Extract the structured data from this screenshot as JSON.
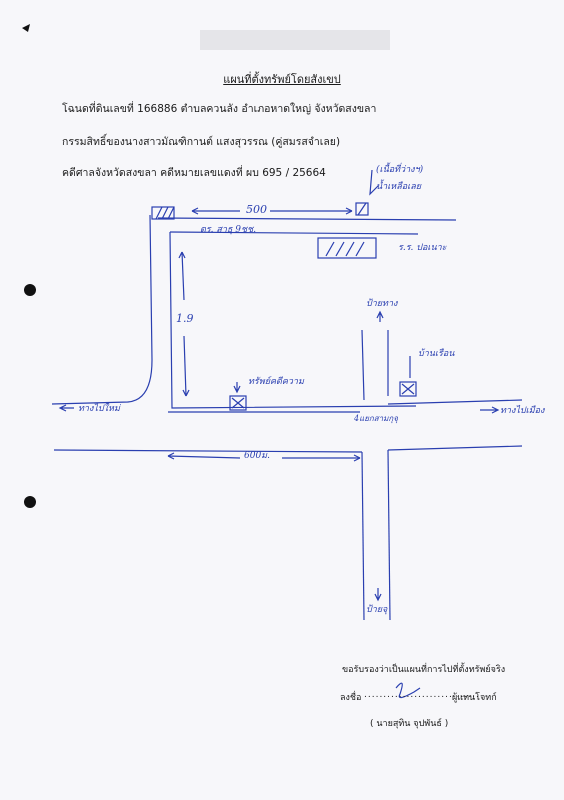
{
  "header": {
    "title": "แผนที่ตั้งทรัพย์โดยสังเขป",
    "line1": "โฉนดที่ดินเลขที่  166886  ตำบลควนลัง  อำเภอหาดใหญ่  จังหวัดสงขลา",
    "line2": "กรรมสิทธิ์ของนางสาวมัณฑิกานต์  แสงสุวรรณ  (คู่สมรสจำเลย)",
    "line3": "คดีศาลจังหวัดสงขลา  คดีหมายเลขแดงที่  ผบ 695 / 25664"
  },
  "map": {
    "label_500": "500",
    "label_road_top": "ตร. สาธุ 9ชช.",
    "label_19": "1.9",
    "label_600": "600ม.",
    "label_right_top": "(เนื้อที่ว่างฯ)",
    "label_right_top2": "น้ำเหลือเลย",
    "label_building": "ร.ร. ปอเนาะ",
    "label_north": "ป้ายทาง",
    "label_house_right": "บ้านเรือน",
    "label_target": "ทรัพย์คดีความ",
    "label_left": "ทางไปใหม่",
    "label_junction": "4แยกสามกุจุ",
    "label_right_road": "ทางไปเมือง",
    "label_south": "ป้ายจุ"
  },
  "footer": {
    "certify": "ขอรับรองว่าเป็นแผนที่การไปที่ตั้งทรัพย์จริง",
    "sign_prefix": "ลงชื่อ",
    "sign_suffix": "ผู้แทนโจทก์",
    "name": "( นายสุทิน  จุปพันธ์ )"
  }
}
